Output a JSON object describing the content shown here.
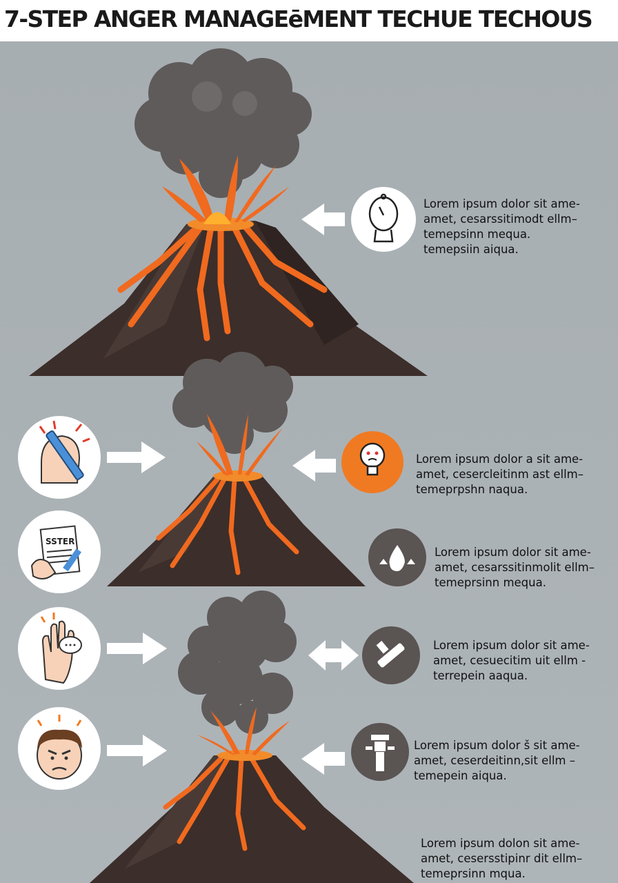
{
  "title": "7-STEP ANGER MANAGEēMENT TECHUE TECHOUS",
  "colors": {
    "background": "#aab1b5",
    "smoke": "#5e5a59",
    "lava": "#f06a1f",
    "rock": "#3e302c",
    "accent_circle": "#f07a22",
    "dark_circle": "#5a5452"
  },
  "steps": [
    {
      "icon": "head-icon",
      "lines": [
        "Lorem ipsum dolor sit ame-",
        "amet, cesarssitimodt ellm–",
        "temepsinn mequa.",
        "temepsiin aiqua."
      ]
    },
    {
      "icon": "light-bulb-icon",
      "lines": [
        "Lorem ipsum dolor a sit ame-",
        "amet, cesercleitinm ast ellm–",
        "temeprpshn naqua."
      ]
    },
    {
      "icon": "water-drop-icon",
      "lines": [
        "Lorem ipsum dolor  sit ame-",
        "amet, cesarssitinmolit ellm–",
        "temeprsinn mequa."
      ]
    },
    {
      "icon": "tools-icon",
      "lines": [
        "Lorem ipsum dolor sit ame-",
        "amet, cesuecitim uit ellm -",
        "terrepein aaqua."
      ]
    },
    {
      "icon": "robot-icon",
      "lines": [
        "Lorem ipsum dolor š sit ame-",
        "amet, ceserdeitinn,sit ellm –",
        "temepein aiqua."
      ]
    },
    {
      "icon": "none",
      "lines": [
        "Lorem ipsum dolon sit ame-",
        "amet, cesersstipinr dit ellm–",
        "temeprsinn mqua."
      ]
    }
  ],
  "left_icons": [
    "stressed-head-icon",
    "signing-document-icon",
    "raised-hand-speech-icon",
    "angry-face-icon"
  ],
  "document_label": "SSTER"
}
